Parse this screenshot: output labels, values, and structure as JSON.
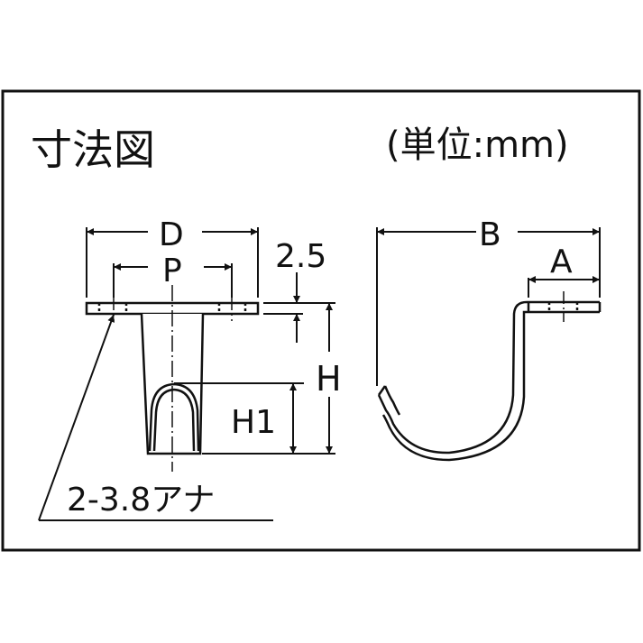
{
  "title": "寸法図",
  "unit_label": "(単位:mm)",
  "front_view": {
    "dim_D": "D",
    "dim_P": "P",
    "dim_thickness": "2.5",
    "dim_H": "H",
    "dim_H1": "H1",
    "hole_note": "2-3.8アナ"
  },
  "side_view": {
    "dim_B": "B",
    "dim_A": "A"
  },
  "colors": {
    "line": "#111111",
    "background": "#ffffff"
  }
}
